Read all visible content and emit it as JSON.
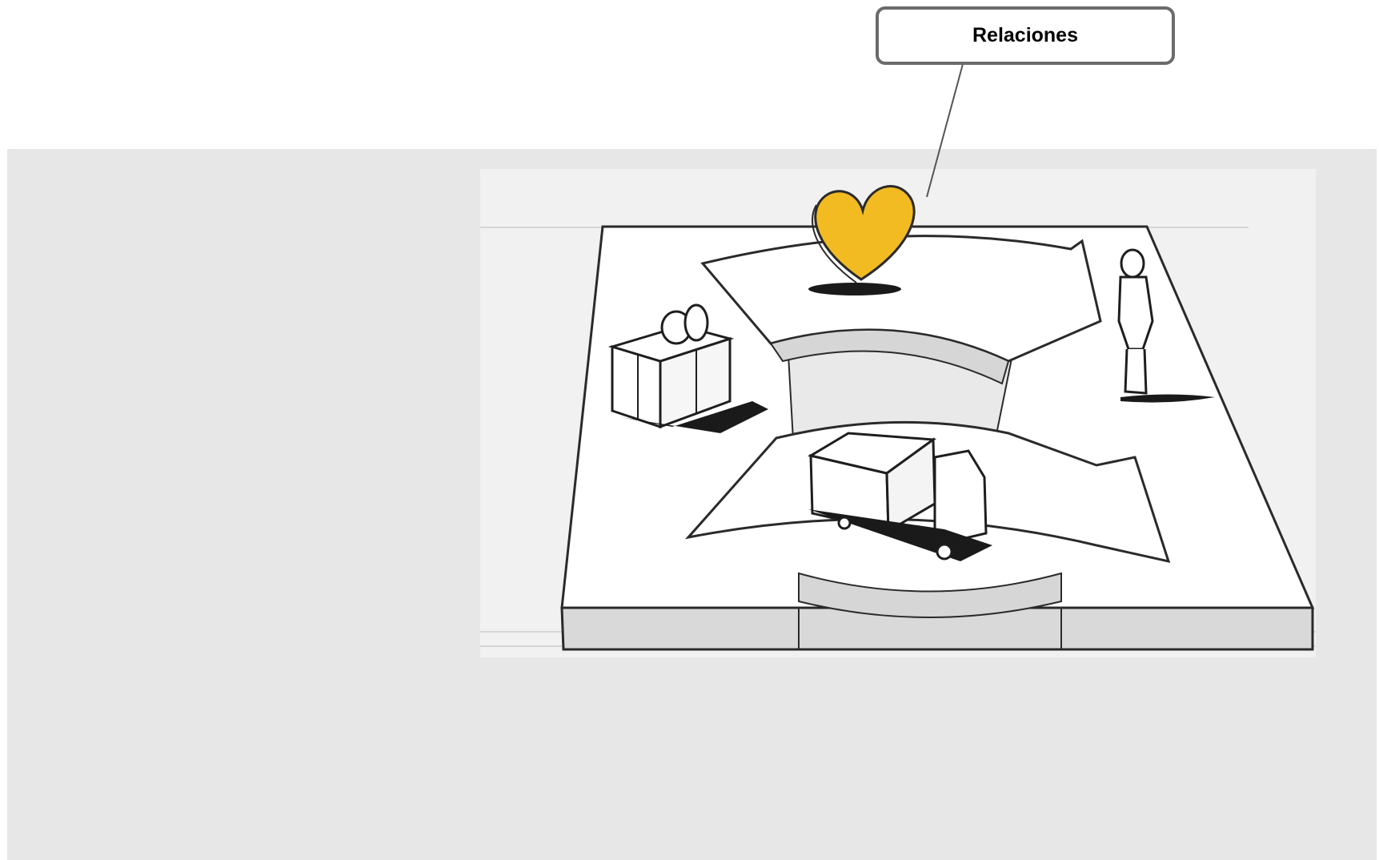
{
  "callout": {
    "label": "Relaciones"
  },
  "canvas": {
    "blocks": [
      "board-block",
      "channels-arc",
      "relationships-arc",
      "value-proposition-gift-icon",
      "channels-truck-icon",
      "customer-person-icon",
      "relationships-heart-icon"
    ]
  },
  "colors": {
    "accent": "#f2bb21",
    "panel": "#e7e7e7",
    "callout_border": "#6b6b6b"
  }
}
